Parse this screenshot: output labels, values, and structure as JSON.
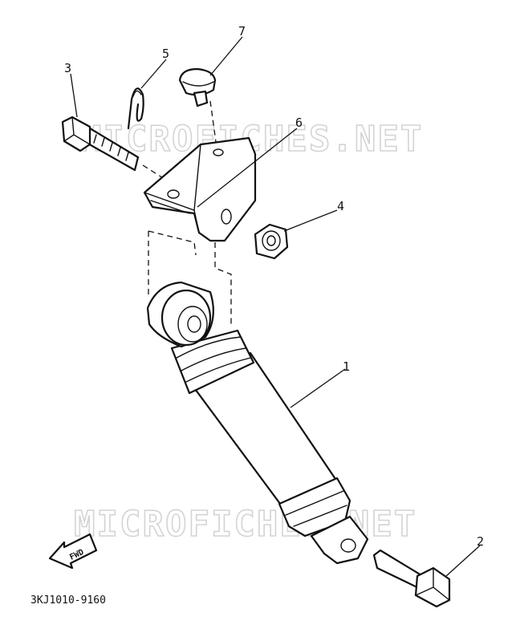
{
  "diagram": {
    "part_code": "3KJ1010-9160",
    "watermark": "MICROFICHES.NET",
    "fwd_label": "FWD",
    "callouts": [
      "1",
      "2",
      "3",
      "4",
      "5",
      "6",
      "7"
    ]
  }
}
